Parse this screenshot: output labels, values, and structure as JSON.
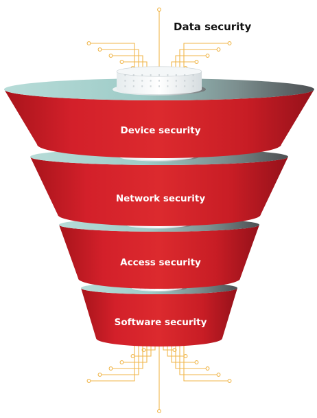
{
  "title": "Data security",
  "layers": [
    {
      "label": "Device security"
    },
    {
      "label": "Network security"
    },
    {
      "label": "Access security"
    },
    {
      "label": "Software security"
    }
  ],
  "colors": {
    "band_red": "#d41f26",
    "band_red_dark": "#a0141a",
    "rim_teal": "#a9d3cf",
    "rim_grey": "#5b5e61",
    "circuit_line": "#f0b64a"
  }
}
